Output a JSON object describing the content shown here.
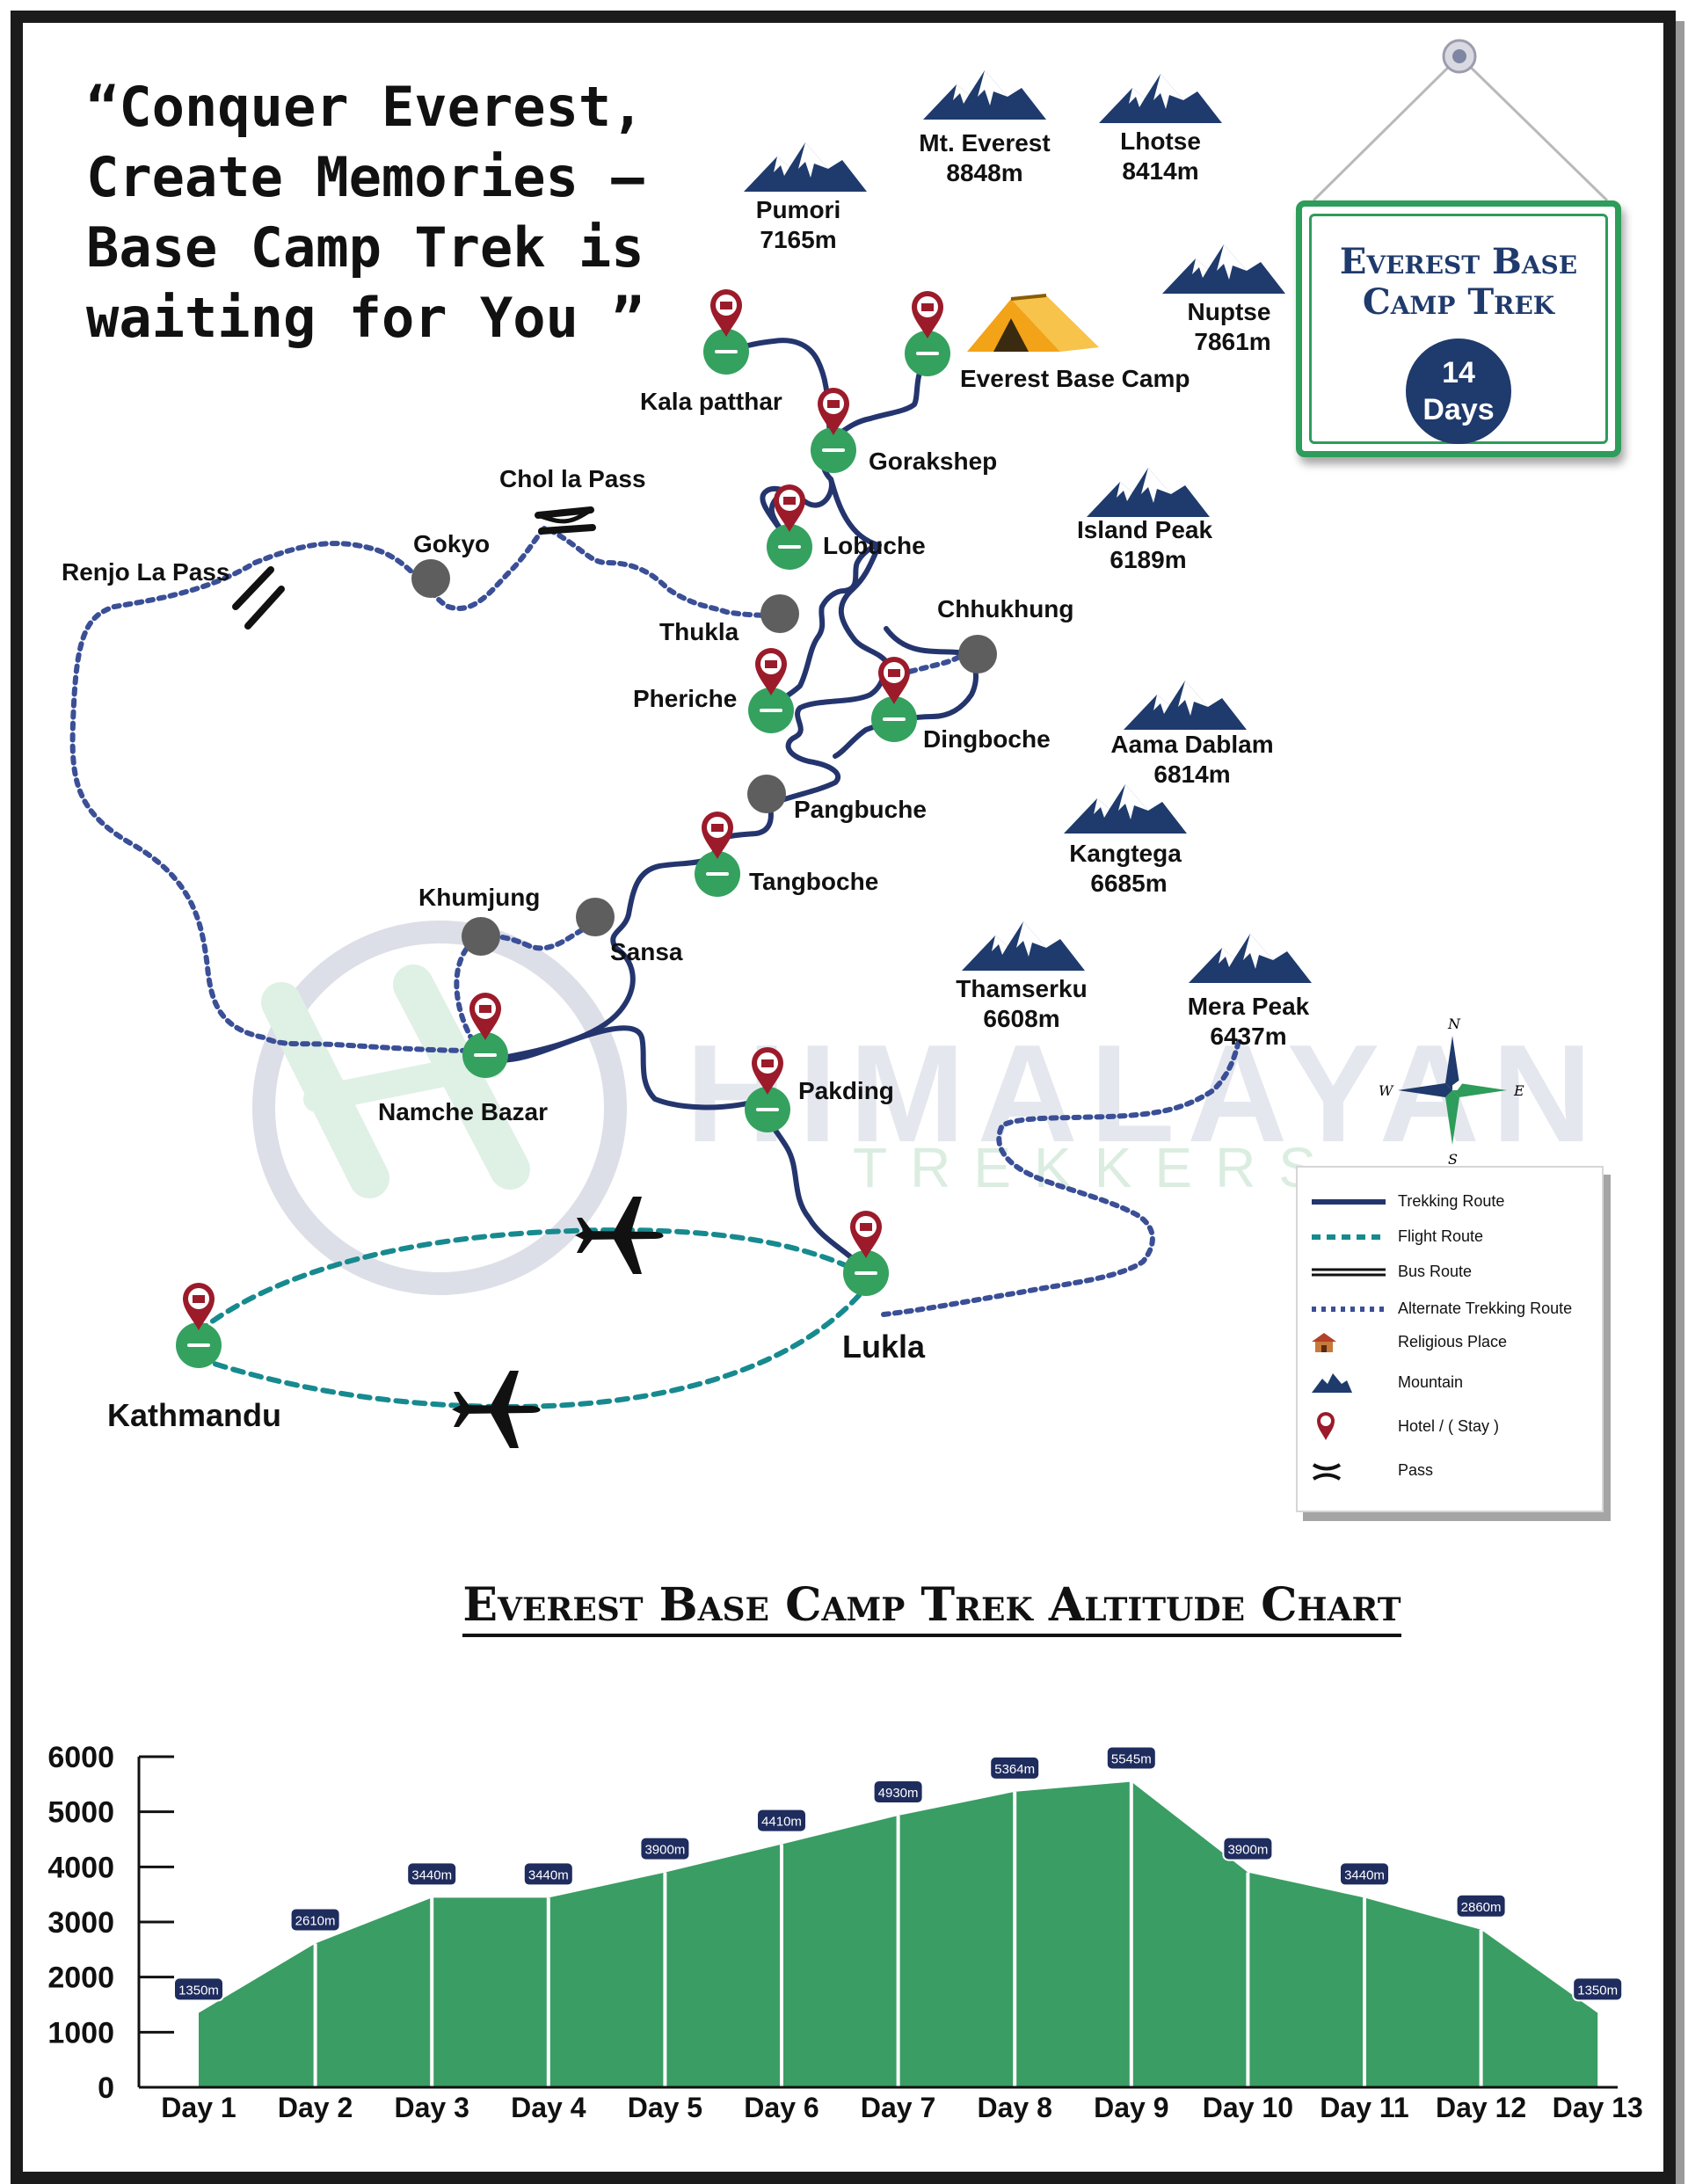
{
  "quote": {
    "line1": "“Conquer Everest,",
    "line2": "Create Memories –",
    "line3": "Base Camp Trek is",
    "line4": "waiting for You ”"
  },
  "sign": {
    "line1": "Everest Base",
    "line2": "Camp Trek",
    "days_num": "14",
    "days_word": "Days"
  },
  "watermark": {
    "big": "HIMALAYAN",
    "small": "TREKKERS"
  },
  "peaks": [
    {
      "name": "Mt. Everest",
      "alt": "8848m"
    },
    {
      "name": "Lhotse",
      "alt": "8414m"
    },
    {
      "name": "Pumori",
      "alt": "7165m"
    },
    {
      "name": "Nuptse",
      "alt": "7861m"
    },
    {
      "name": "Island Peak",
      "alt": "6189m"
    },
    {
      "name": "Aama Dablam",
      "alt": "6814m"
    },
    {
      "name": "Kangtega",
      "alt": "6685m"
    },
    {
      "name": "Thamserku",
      "alt": "6608m"
    },
    {
      "name": "Mera Peak",
      "alt": "6437m"
    }
  ],
  "places": {
    "kala_patthar": "Kala patthar",
    "ebc": "Everest Base Camp",
    "gorakshep": "Gorakshep",
    "lobuche": "Lobuche",
    "chol_la": "Chol la Pass",
    "gokyo": "Gokyo",
    "renjo": "Renjo La Pass",
    "thukla": "Thukla",
    "chhukhung": "Chhukhung",
    "pheriche": "Pheriche",
    "dingboche": "Dingboche",
    "pangbuche": "Pangbuche",
    "tangboche": "Tangboche",
    "khumjung": "Khumjung",
    "sansa": "Sansa",
    "namche": "Namche Bazar",
    "pakding": "Pakding",
    "lukla": "Lukla",
    "kathmandu": "Kathmandu"
  },
  "compass": {
    "n": "N",
    "s": "S",
    "e": "E",
    "w": "W"
  },
  "legend": {
    "trekking": "Trekking Route",
    "flight": "Flight Route",
    "bus": "Bus Route",
    "alternate": "Alternate Trekking Route",
    "religious": "Religious Place",
    "mountain": "Mountain",
    "hotel": "Hotel / ( Stay )",
    "pass": "Pass"
  },
  "colors": {
    "trek": "#24356e",
    "green": "#35a15f",
    "teal": "#178a8f",
    "hotel": "#9b1b2a",
    "grey": "#5e5e5e",
    "mountain": "#1f3a6c"
  },
  "chart_title": "Everest Base Camp Trek Altitude Chart",
  "chart_data": {
    "type": "area",
    "title": "Everest Base Camp Trek Altitude Chart",
    "categories": [
      "Day 1",
      "Day 2",
      "Day 3",
      "Day 4",
      "Day 5",
      "Day 6",
      "Day 7",
      "Day 8",
      "Day 9",
      "Day 10",
      "Day 11",
      "Day 12",
      "Day 13"
    ],
    "values": [
      1350,
      2610,
      3440,
      3440,
      3900,
      4410,
      4930,
      5364,
      5545,
      3900,
      3440,
      2860,
      1350
    ],
    "value_labels": [
      "1350m",
      "2610m",
      "3440m",
      "3440m",
      "3900m",
      "4410m",
      "4930m",
      "5364m",
      "5545m",
      "3900m",
      "3440m",
      "2860m",
      "1350m"
    ],
    "yticks": [
      0,
      1000,
      2000,
      3000,
      4000,
      5000,
      6000
    ],
    "ylim": [
      0,
      6000
    ],
    "color": "#3a9d63"
  }
}
